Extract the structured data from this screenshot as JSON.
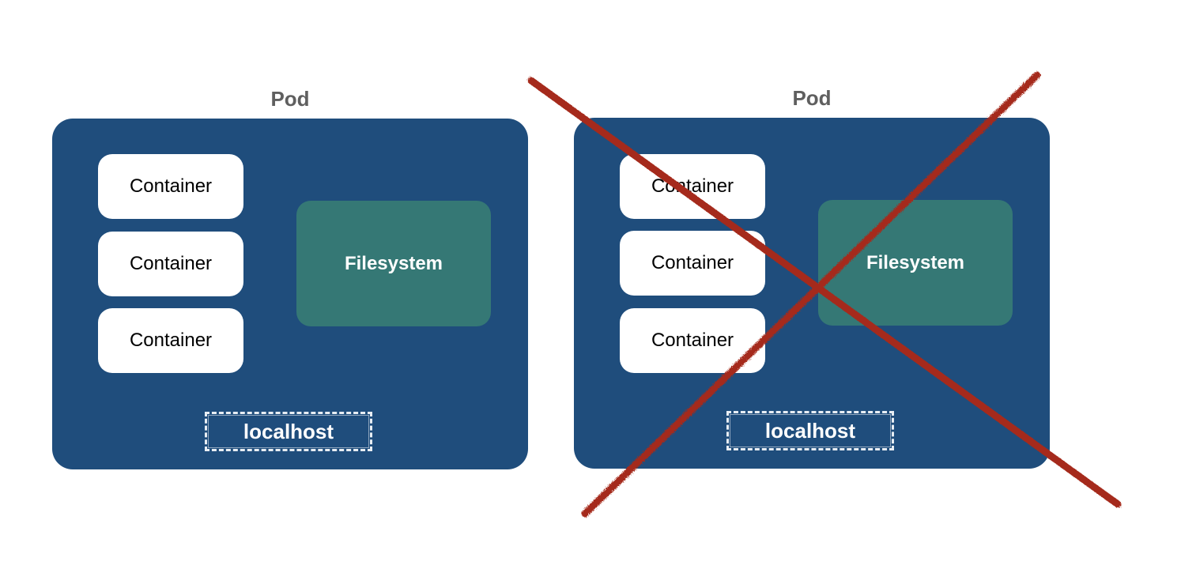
{
  "pods": [
    {
      "title": "Pod",
      "containers": [
        "Container",
        "Container",
        "Container"
      ],
      "filesystem": "Filesystem",
      "network": "localhost",
      "crossed_out": false
    },
    {
      "title": "Pod",
      "containers": [
        "Container",
        "Container",
        "Container"
      ],
      "filesystem": "Filesystem",
      "network": "localhost",
      "crossed_out": true
    }
  ],
  "colors": {
    "pod": "#1f4d7c",
    "filesystem": "#357875",
    "cross": "#a52a1a",
    "title": "#5f5f5f"
  }
}
